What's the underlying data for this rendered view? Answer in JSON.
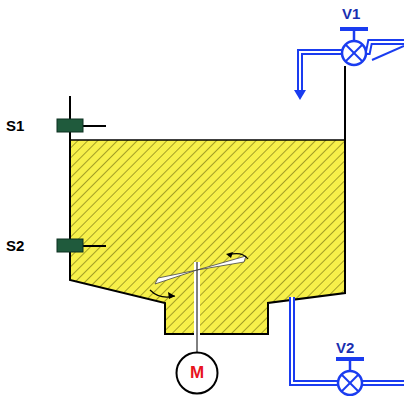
{
  "diagram": {
    "nodes": [
      {
        "text": [
          "M"
        ]
      }
    ],
    "labels": [
      "S1",
      "S2",
      "V1",
      "V2"
    ]
  }
}
